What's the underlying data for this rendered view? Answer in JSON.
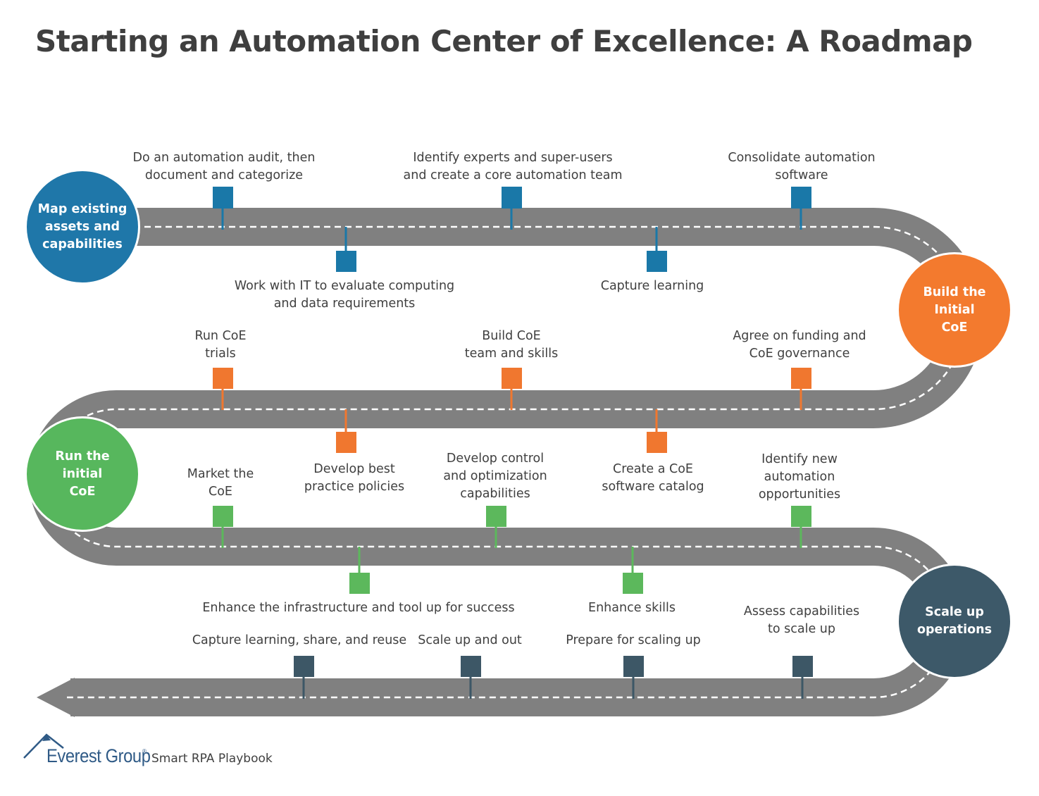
{
  "title": "Starting an Automation Center of Excellence: A Roadmap",
  "colors": {
    "road": "#808080",
    "blue": "#1a78a8",
    "orange": "#f0772f",
    "green": "#5cb85c",
    "dark": "#3d5766"
  },
  "stages": [
    {
      "label": "Map existing\nassets and\ncapabilities",
      "color": "#1f77a9"
    },
    {
      "label": "Build the\nInitial\nCoE",
      "color": "#f37a2e"
    },
    {
      "label": "Run the\ninitial\nCoE",
      "color": "#57b75d"
    },
    {
      "label": "Scale up\noperations",
      "color": "#3d5969"
    }
  ],
  "milestones": {
    "row1_top": [
      "Do an automation audit, then\ndocument and categorize",
      "Identify experts and super-users\nand create a core automation team",
      "Consolidate automation\nsoftware"
    ],
    "row1_bottom": [
      "Work with IT to evaluate computing\nand data requirements",
      "Capture learning"
    ],
    "row2_top": [
      "Run CoE\ntrials",
      "Build CoE\nteam and skills",
      "Agree on funding and\nCoE governance"
    ],
    "row2_bottom": [
      "Develop best\npractice policies",
      "Create a CoE\nsoftware catalog"
    ],
    "row3_top": [
      "Market the\nCoE",
      "Develop control\nand optimization\ncapabilities",
      "Identify new\nautomation\nopportunities"
    ],
    "row3_bottom": [
      "Enhance the infrastructure and tool up for success",
      "Enhance skills"
    ],
    "row4_top": [
      "Capture learning, share, and reuse",
      "Scale up and out",
      "Prepare for scaling up",
      "Assess capabilities\nto scale up"
    ]
  },
  "footer": {
    "brand": "Everest Group",
    "registered": "®",
    "subtitle": "Smart RPA Playbook"
  }
}
